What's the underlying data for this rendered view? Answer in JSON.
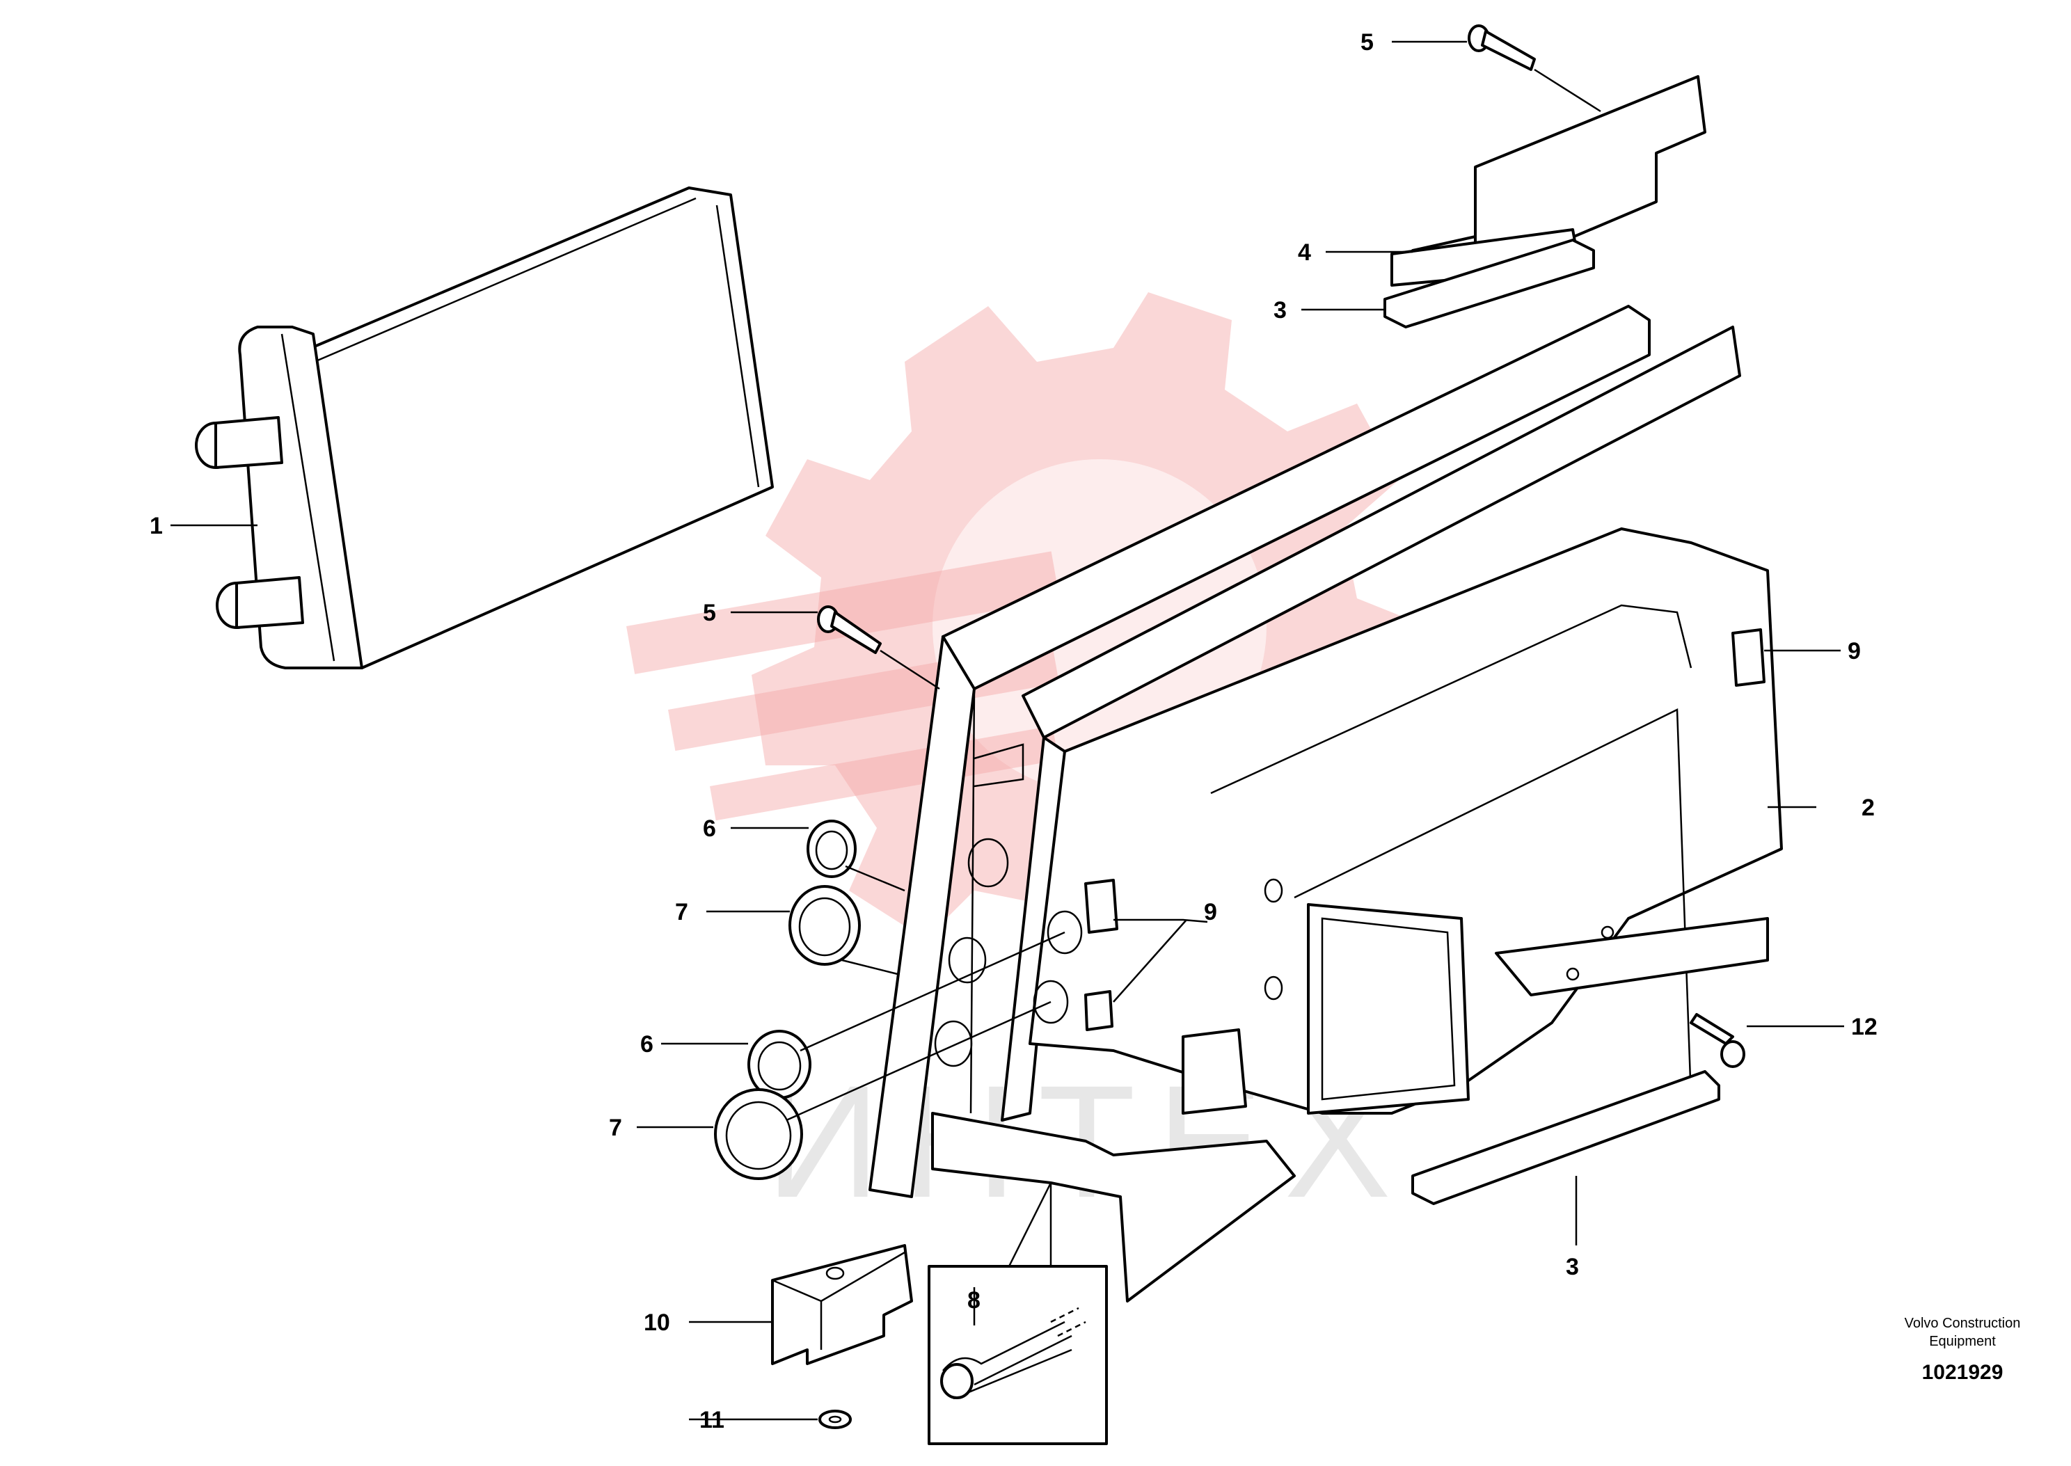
{
  "watermark": {
    "text": "ИНТЕХ",
    "color": "#f4a6a6"
  },
  "brand": {
    "line1": "Volvo Construction",
    "line2": "Equipment"
  },
  "drawing_number": "1021929",
  "callouts": {
    "c1": "1",
    "c2": "2",
    "c3a": "3",
    "c3b": "3",
    "c4": "4",
    "c5a": "5",
    "c5b": "5",
    "c6a": "6",
    "c6b": "6",
    "c7a": "7",
    "c7b": "7",
    "c8": "8",
    "c9a": "9",
    "c9b": "9",
    "c10": "10",
    "c11": "11",
    "c12": "12"
  },
  "parts": [
    {
      "id": "1",
      "name": "heater-core"
    },
    {
      "id": "2",
      "name": "heater-housing"
    },
    {
      "id": "3",
      "name": "seal-strip"
    },
    {
      "id": "4",
      "name": "cover-plate"
    },
    {
      "id": "5",
      "name": "screw"
    },
    {
      "id": "6",
      "name": "grommet"
    },
    {
      "id": "7",
      "name": "grommet-large"
    },
    {
      "id": "8",
      "name": "edge-trim"
    },
    {
      "id": "9",
      "name": "label"
    },
    {
      "id": "10",
      "name": "block"
    },
    {
      "id": "11",
      "name": "washer"
    },
    {
      "id": "12",
      "name": "self-tapping-screw"
    }
  ]
}
